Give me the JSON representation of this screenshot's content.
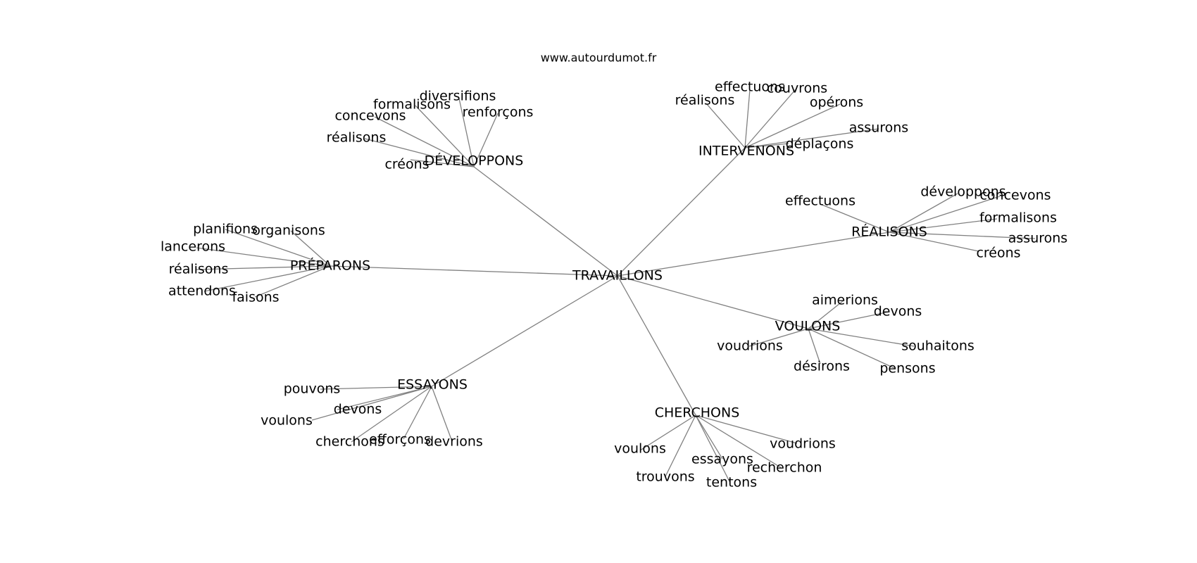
{
  "source": "www.autourdumot.fr",
  "root": "TRAVAILLONS",
  "groups": [
    {
      "label": "DÉVELOPPONS",
      "leaves": [
        "diversifions",
        "formalisons",
        "renforçons",
        "concevons",
        "réalisons",
        "créons"
      ]
    },
    {
      "label": "INTERVENONS",
      "leaves": [
        "effectuons",
        "couvrons",
        "réalisons",
        "opérons",
        "assurons",
        "déplaçons"
      ]
    },
    {
      "label": "RÉALISONS",
      "leaves": [
        "effectuons",
        "développons",
        "concevons",
        "formalisons",
        "assurons",
        "créons"
      ]
    },
    {
      "label": "PRÉPARONS",
      "leaves": [
        "planifions",
        "organisons",
        "lancerons",
        "réalisons",
        "attendons",
        "faisons"
      ]
    },
    {
      "label": "VOULONS",
      "leaves": [
        "aimerions",
        "devons",
        "voudrions",
        "souhaitons",
        "désirons",
        "pensons"
      ]
    },
    {
      "label": "ESSAYONS",
      "leaves": [
        "pouvons",
        "devons",
        "voulons",
        "cherchons",
        "efforçons",
        "devrions"
      ]
    },
    {
      "label": "CHERCHONS",
      "leaves": [
        "voulons",
        "voudrions",
        "essayons",
        "recherchon",
        "trouvons",
        "tentons"
      ]
    }
  ]
}
